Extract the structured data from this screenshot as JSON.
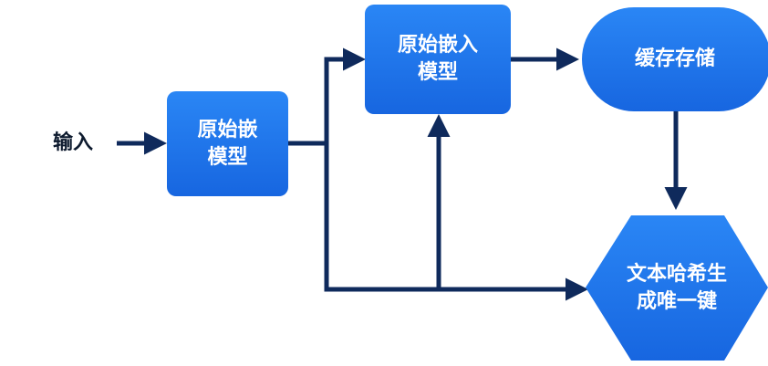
{
  "diagram": {
    "input_label": "输入",
    "model_small": "原始嵌\n模型",
    "model_top": "原始嵌入\n模型",
    "cache": "缓存存储",
    "hash": "文本哈希生\n成唯一键"
  },
  "colors": {
    "node_fill": "#1a6ee6",
    "node_fill_light": "#2b85f2",
    "connector": "#0f2a5c",
    "text": "#ffffff"
  }
}
